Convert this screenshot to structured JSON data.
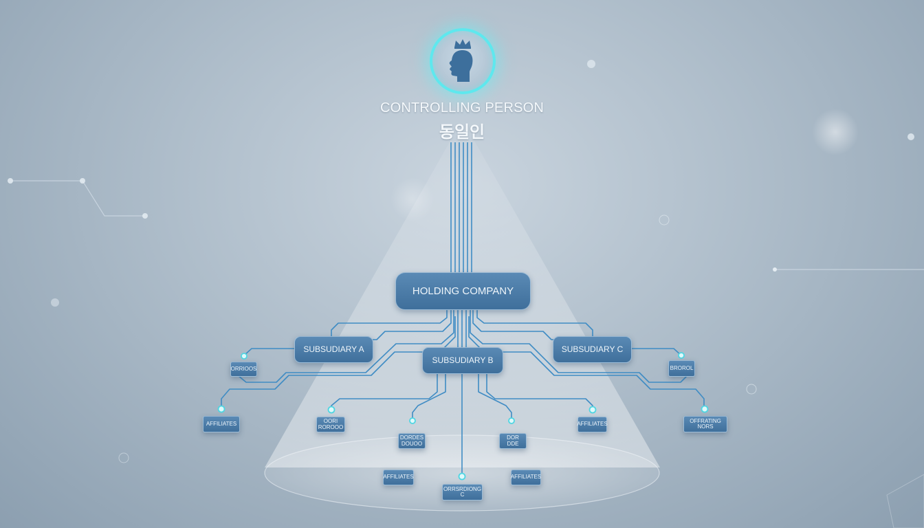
{
  "header": {
    "title_en": "CONTROLLING PERSON",
    "title_ko": "동일인",
    "icon": "crowned-head-icon"
  },
  "holding": {
    "label": "HOLDING COMPANY"
  },
  "subsidiaries": {
    "a": "SUBSUDIARY A",
    "b": "SUBSUDIARY B",
    "c": "SUBSUDIARY C"
  },
  "leaves": {
    "left_top": "ORRIOOS",
    "right_top": "BROROL",
    "affiliates_far_left": "AFFILIATES",
    "left_mid": "OORI ROROOO",
    "center_left": "DORDES DOUOO",
    "center_right": "DOR DDE",
    "affiliates_right": "AFFILIATES",
    "operating": "OFFRATING NORS",
    "affiliates_bottom_left": "AFFILIATES",
    "affiliates_bottom_right": "AFFILIATES",
    "bottom_center": "ORRSRDIONG C"
  },
  "colors": {
    "accent_glow": "#5ee8ee",
    "node_blue": "#4a7ba8",
    "connector": "#3f8cc4"
  }
}
